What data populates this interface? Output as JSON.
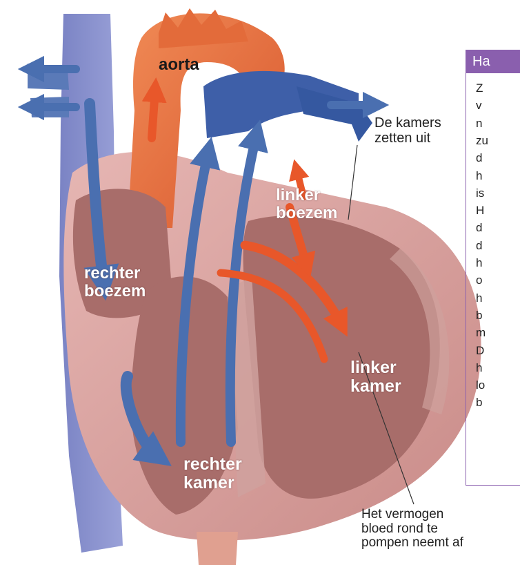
{
  "labels": {
    "aorta": "aorta",
    "kamers_uitzetten": "De kamers\nzetten uit",
    "linker_boezem": "linker\nboezem",
    "rechter_boezem": "rechter\nboezem",
    "linker_kamer": "linker\nkamer",
    "rechter_kamer": "rechter\nkamer",
    "vermogen": "Het vermogen\nbloed rond te\npompen neemt af"
  },
  "side_panel": {
    "header": "Ha",
    "lines": [
      "Z",
      "v",
      "n",
      "zu",
      "d",
      "h",
      "is",
      "H",
      "d",
      "d",
      "h",
      "o",
      "h",
      "b",
      "m",
      "D",
      "h",
      "lo",
      "b"
    ]
  },
  "colors": {
    "panel_accent": "#8a5fae",
    "oxygen_poor_arrow": "#4a6fb0",
    "oxygen_rich_arrow": "#e8572a",
    "muscle": "#a86d6a",
    "heart_outer": "#d9a3a0"
  }
}
